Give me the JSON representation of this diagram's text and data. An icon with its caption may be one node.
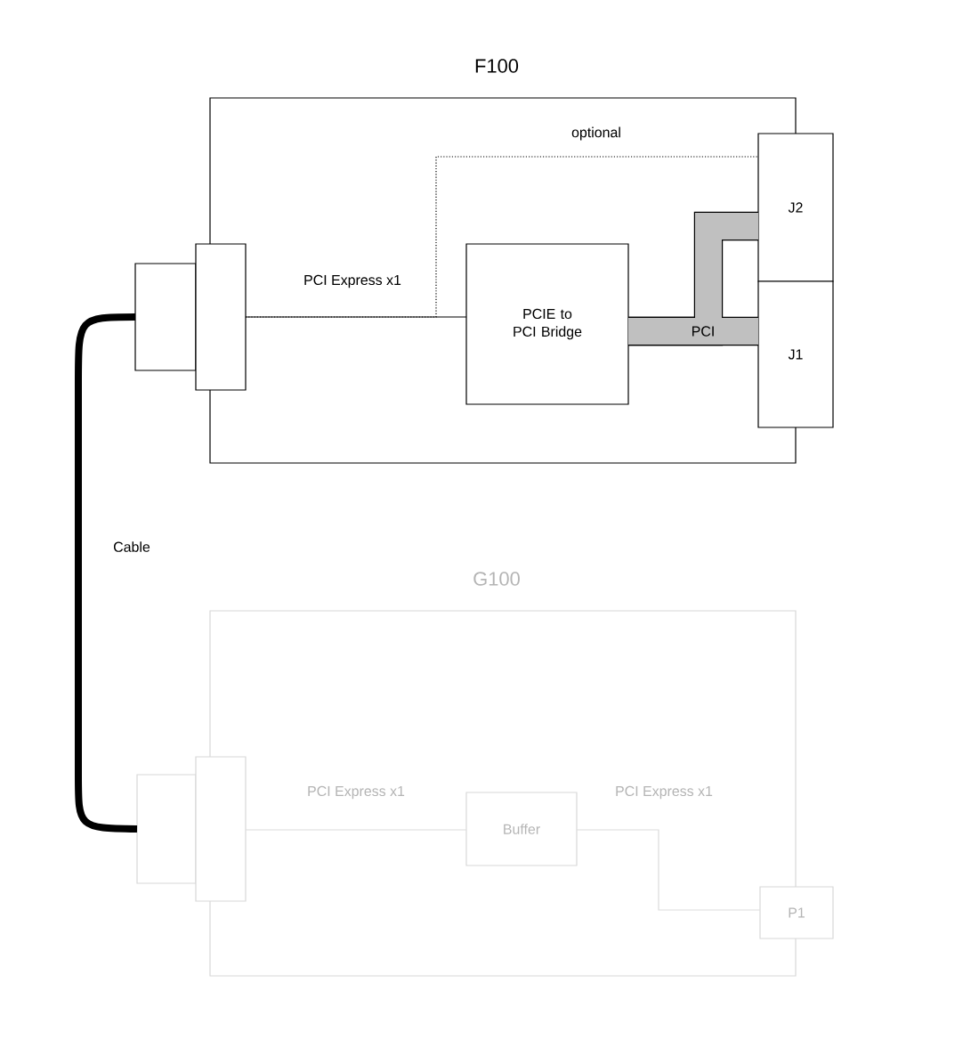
{
  "diagram": {
    "nodes": [
      {
        "text": [
          "F100"
        ]
      },
      {
        "text": [],
        "shape": "box"
      },
      {
        "text": [],
        "shape": "box"
      },
      {
        "text": [
          "PCIE to PCI Bridge"
        ],
        "in": 0
      },
      {
        "text": [
          "J2"
        ]
      },
      {
        "text": [
          "J1"
        ]
      },
      {
        "text": [
          "G100"
        ]
      },
      {
        "text": [],
        "shape": "box"
      },
      {
        "text": [],
        "shape": "box"
      },
      {
        "text": [
          "Buffer"
        ],
        "in": 6
      },
      {
        "text": [
          "P1"
        ]
      }
    ],
    "edges": [
      {
        "from": 2,
        "to": 3,
        "arrow": "none",
        "label": "PCI Express x1"
      },
      {
        "from": 2,
        "to": 4,
        "arrow": "none",
        "label": "optional",
        "style": "dashed"
      },
      {
        "from": 3,
        "to": 5,
        "arrow": "none",
        "label": "PCI",
        "style": "thick",
        "color": "#c0c0c0"
      },
      {
        "from": 3,
        "to": 4,
        "arrow": "none",
        "style": "thick",
        "color": "#c0c0c0"
      },
      {
        "from": 8,
        "to": 9,
        "arrow": "none",
        "label": "PCI Express x1",
        "color": "#dcdcdc"
      },
      {
        "from": 9,
        "to": 10,
        "arrow": "none",
        "label": "PCI Express x1",
        "color": "#dcdcdc"
      },
      {
        "from": 1,
        "to": 7,
        "arrow": "none",
        "label": "Cable",
        "style": "thick"
      }
    ]
  }
}
